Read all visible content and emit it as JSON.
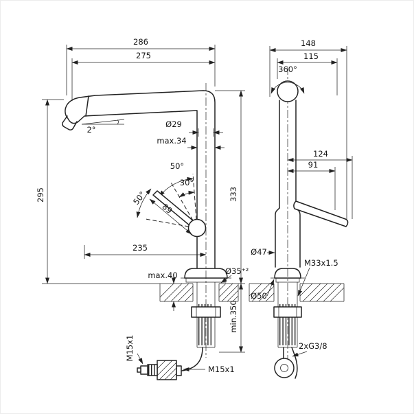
{
  "colors": {
    "background": "#ffffff",
    "line": "#222222"
  },
  "left_view": {
    "dim_286": "286",
    "dim_275": "275",
    "angle_2": "2°",
    "dia_29": "Ø29",
    "max_34": "max.34",
    "angle_50_upper": "50°",
    "angle_30": "30°",
    "angle_50_lower": "50°",
    "dim_89": "89",
    "dim_295": "295",
    "dim_235": "235",
    "max_40": "max.40",
    "dia_35": "Ø35⁺²",
    "dim_333": "333",
    "min_350": "min.350",
    "m15_vertical": "M15x1",
    "m15_horizontal": "M15x1"
  },
  "right_view": {
    "dim_148": "148",
    "dim_115": "115",
    "angle_360": "360°",
    "dim_124": "124",
    "dim_91": "91",
    "dia_47": "Ø47",
    "m33": "M33x1.5",
    "dia_50": "Ø50",
    "g38": "2xG3/8"
  }
}
